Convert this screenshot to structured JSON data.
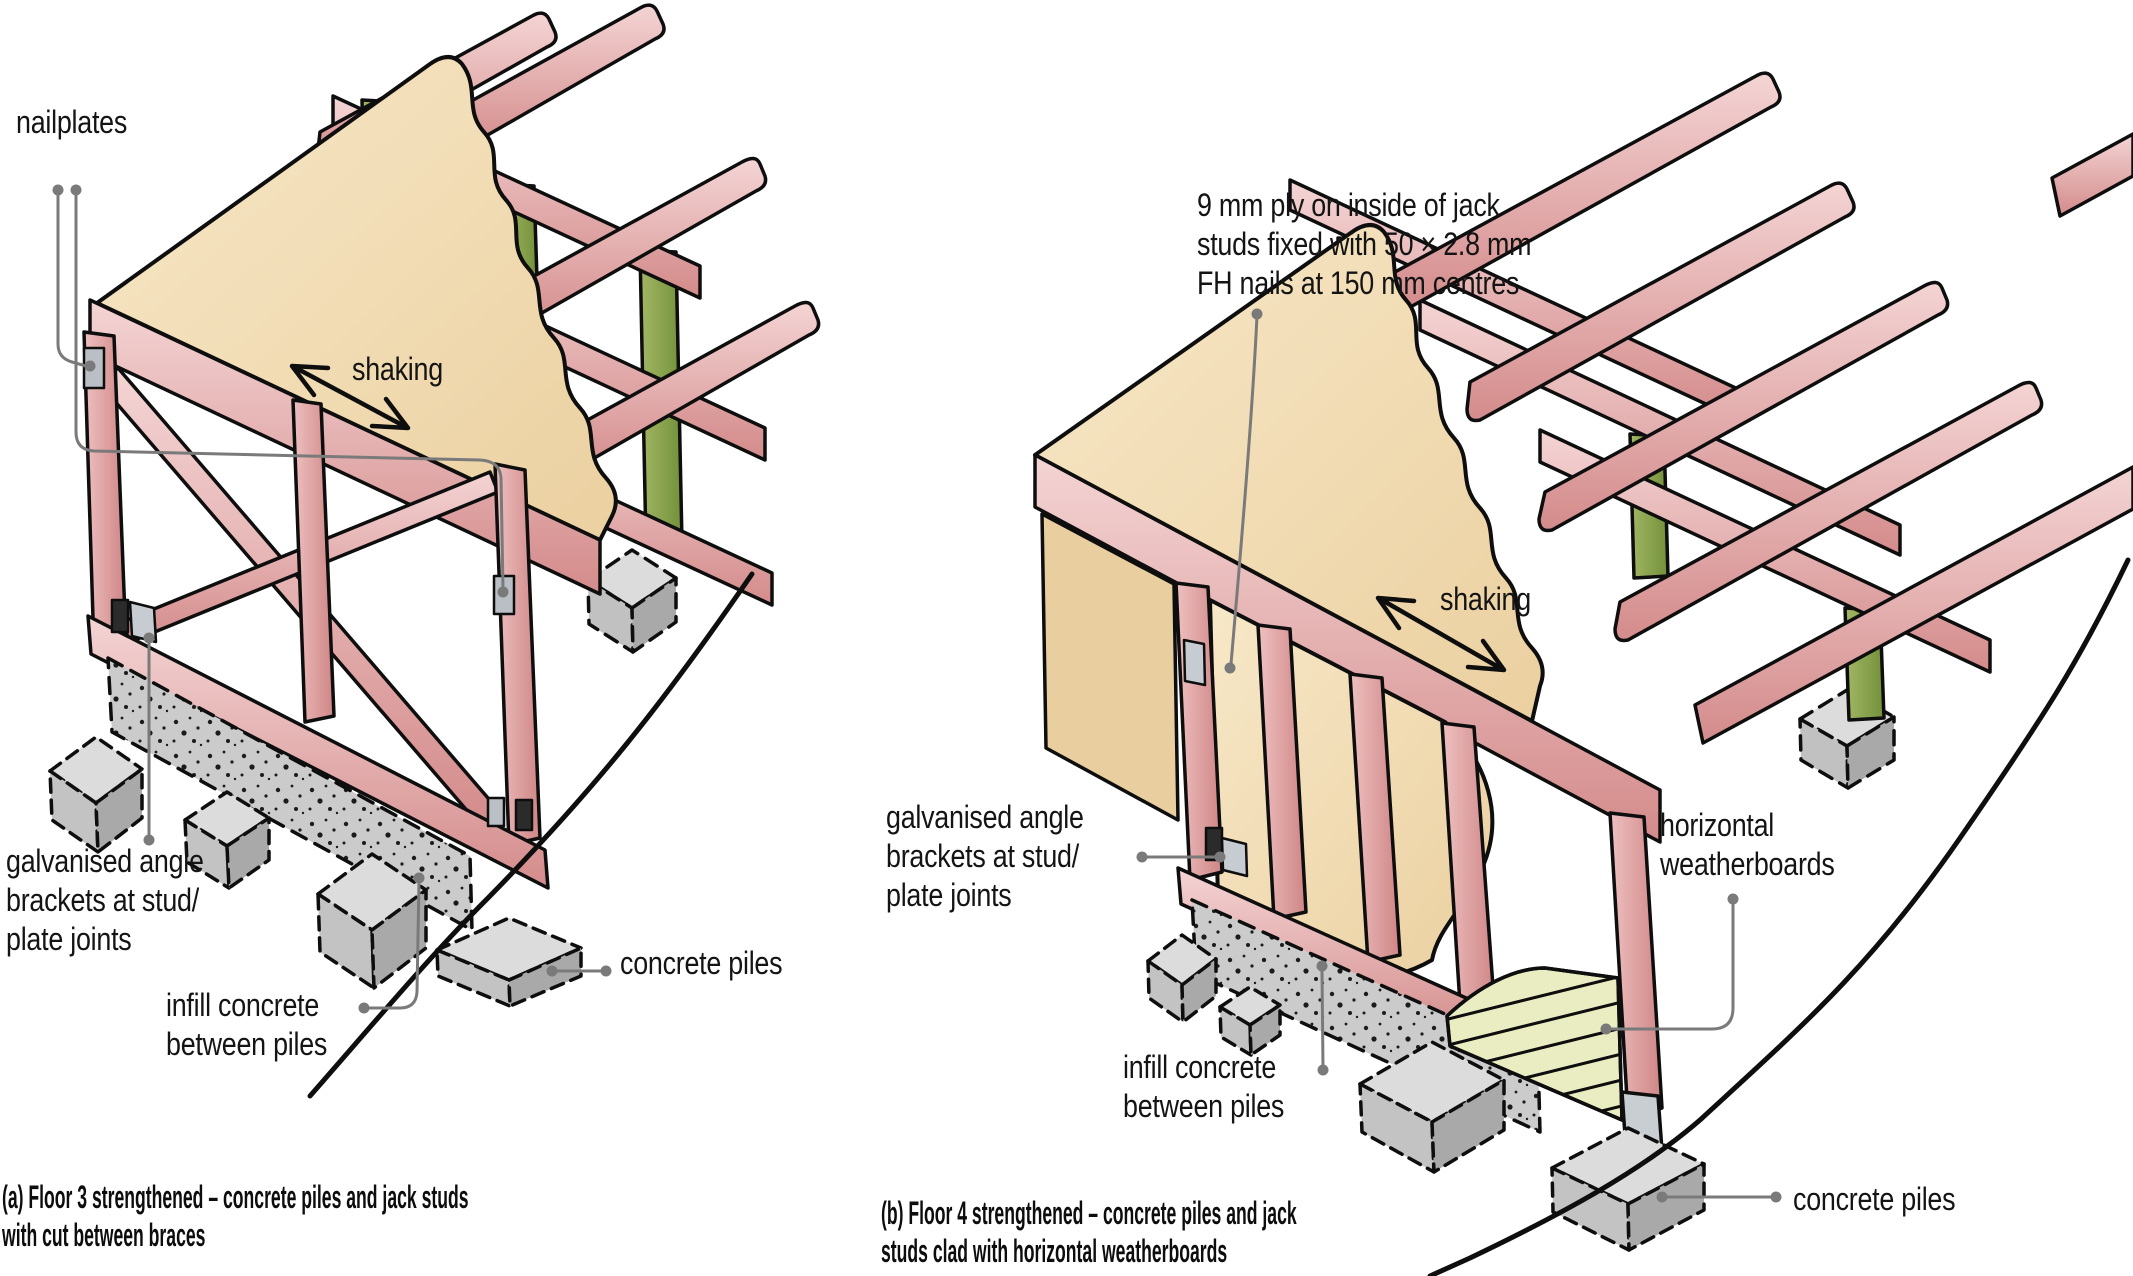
{
  "figure": {
    "kind": "construction-diagram",
    "subject": "Subfloor strengthening with concrete piles and jack studs",
    "colors": {
      "timber_pink": "#d99494",
      "timber_pink_light": "#f3d2d2",
      "deck_tan": "#f1dcb2",
      "jack_stud_green": "#8ba24d",
      "concrete_light": "#d4d4d4",
      "concrete_dark": "#a9a9a9",
      "weatherboard": "#eaedc2",
      "leader_gray": "#7a7a7a",
      "ink": "#0e0e0e"
    },
    "panels": [
      {
        "id": "a",
        "caption_lines": [
          "(a) Floor 3 strengthened – concrete piles and jack studs",
          "with cut between braces"
        ],
        "labels": {
          "nailplates": {
            "lines": [
              "nailplates"
            ]
          },
          "shaking": {
            "lines": [
              "shaking"
            ]
          },
          "angle_brackets": {
            "lines": [
              "galvanised angle",
              "brackets at stud/",
              "plate joints"
            ]
          },
          "infill": {
            "lines": [
              "infill concrete",
              "between piles"
            ]
          },
          "piles": {
            "lines": [
              "concrete piles"
            ]
          }
        }
      },
      {
        "id": "b",
        "caption_lines": [
          "(b) Floor 4 strengthened – concrete piles and jack",
          "studs clad with horizontal weatherboards"
        ],
        "labels": {
          "ply": {
            "lines": [
              "9 mm ply on inside of jack",
              "studs fixed with 50 × 2.8 mm",
              "FH nails at 150 mm centres"
            ]
          },
          "shaking": {
            "lines": [
              "shaking"
            ]
          },
          "angle_brackets": {
            "lines": [
              "galvanised angle",
              "brackets at stud/",
              "plate joints"
            ]
          },
          "weatherboards": {
            "lines": [
              "horizontal",
              "weatherboards"
            ]
          },
          "infill": {
            "lines": [
              "infill concrete",
              "between piles"
            ]
          },
          "piles": {
            "lines": [
              "concrete piles"
            ]
          }
        }
      }
    ]
  }
}
